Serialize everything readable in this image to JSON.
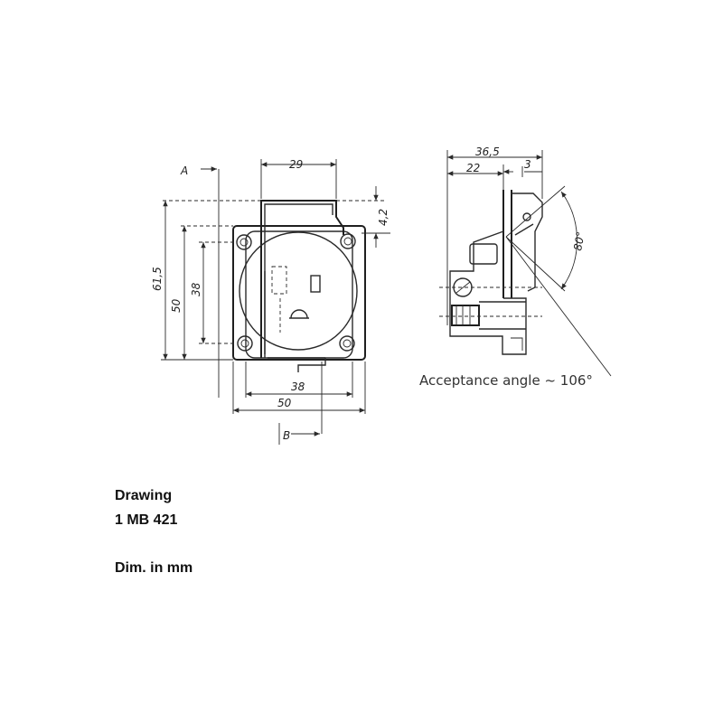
{
  "front_view": {
    "section_a": "A",
    "section_b": "B",
    "dim_width_top": "29",
    "dim_height_overall": "61,5",
    "dim_height_outer": "50",
    "dim_height_inner": "38",
    "dim_width_inner": "38",
    "dim_width_outer": "50",
    "dim_small": "4,2"
  },
  "side_view": {
    "dim_total": "36,5",
    "dim_left": "22",
    "dim_right": "3",
    "angle": "80°",
    "acceptance_note": "Acceptance angle ~ 106°"
  },
  "caption": {
    "line1": "Drawing",
    "line2": "1 MB 421",
    "units": "Dim. in mm"
  }
}
